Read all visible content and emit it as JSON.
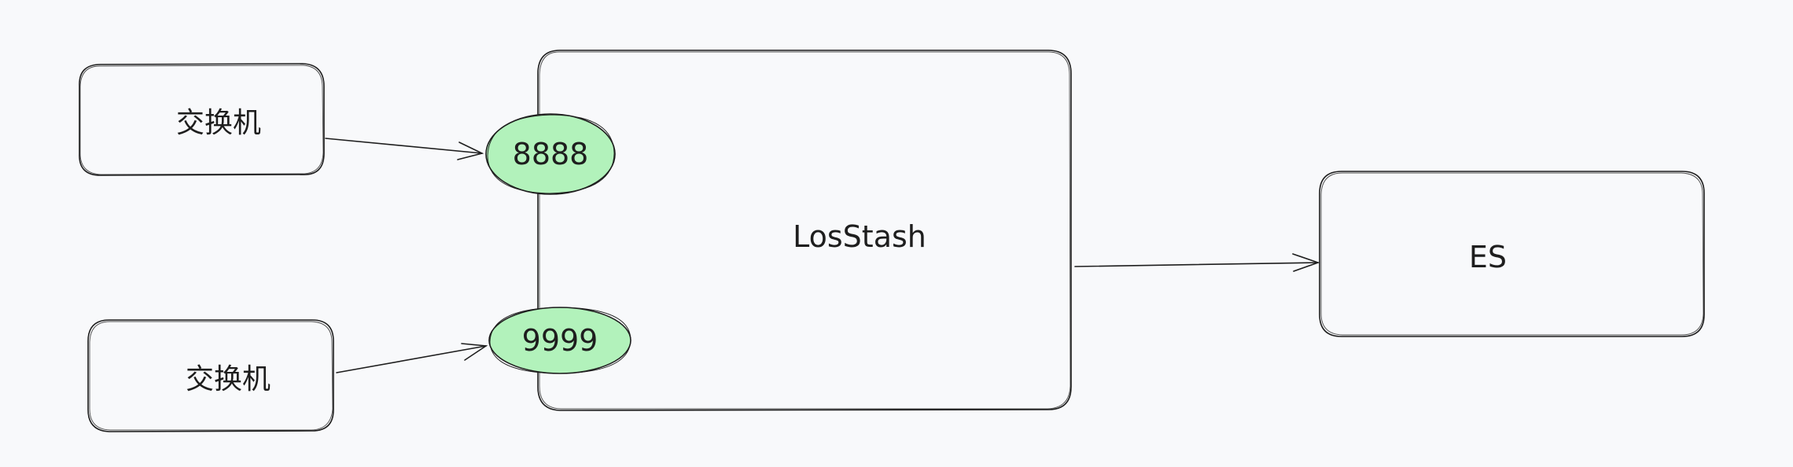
{
  "colors": {
    "background": "#f8f9fb",
    "stroke": "#1e1e1e",
    "port_fill": "#b2f2bb"
  },
  "nodes": {
    "switch_top": {
      "label": "交换机"
    },
    "switch_bottom": {
      "label": "交换机"
    },
    "logstash": {
      "label": "LosStash"
    },
    "es": {
      "label": "ES"
    }
  },
  "ports": {
    "port_8888": {
      "label": "8888"
    },
    "port_9999": {
      "label": "9999"
    }
  },
  "edges": [
    {
      "from": "switch_top",
      "to": "port_8888"
    },
    {
      "from": "switch_bottom",
      "to": "port_9999"
    },
    {
      "from": "logstash",
      "to": "es"
    }
  ]
}
